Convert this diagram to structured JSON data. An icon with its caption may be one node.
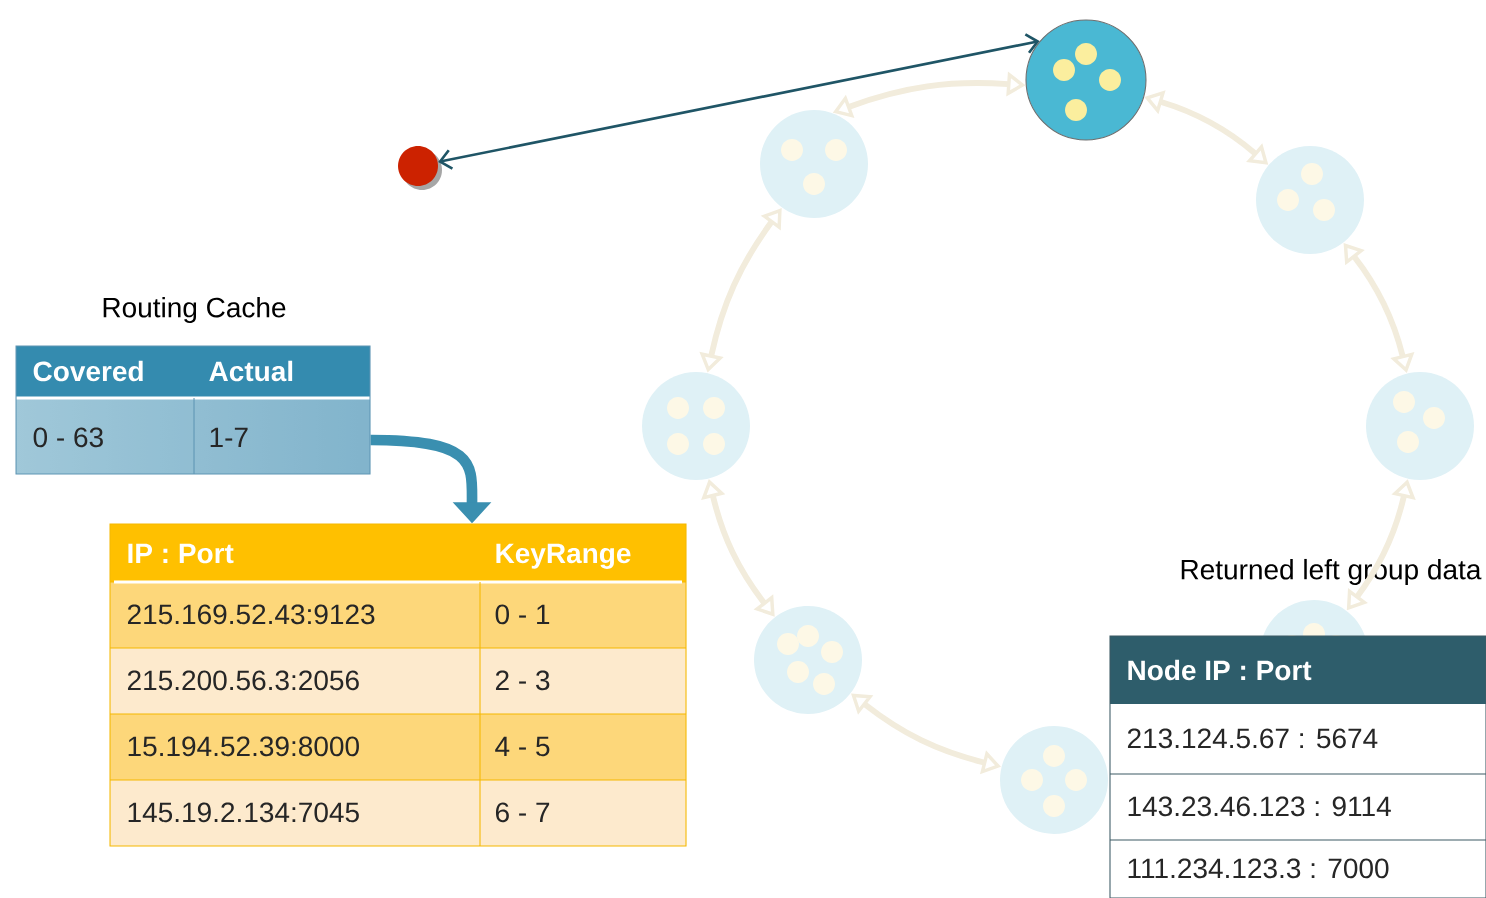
{
  "diagram": {
    "nodes": [
      {
        "text": [],
        "shape": "circle"
      },
      {
        "text": [],
        "shape": "circle"
      },
      {
        "text": [],
        "shape": "circle"
      },
      {
        "text": [],
        "shape": "circle"
      },
      {
        "text": [],
        "shape": "circle"
      },
      {
        "text": [],
        "shape": "circle"
      },
      {
        "text": [],
        "shape": "circle"
      },
      {
        "text": [],
        "shape": "circle"
      },
      {
        "text": [],
        "shape": "circle"
      },
      {
        "text": [
          "Routing Cache",
          "Covered",
          "Actual",
          "0 - 63",
          "1-7"
        ]
      },
      {
        "text": [
          "IP : Port",
          "KeyRange",
          "215.169.52.43:9123",
          "0 - 1",
          "215.200.56.3:2056",
          "2 - 3",
          "15.194.52.39:8000",
          "4 - 5",
          "145.19.2.134:7045",
          "6 - 7"
        ]
      },
      {
        "text": [
          "Returned left group data",
          "Node   IP  :  Port",
          "213.124.5.67 : 5674",
          "143.23.46.123 : 9114",
          "111.234.123.3 : 7000"
        ]
      }
    ],
    "edges": [
      {
        "from": 0,
        "to": 1,
        "arrow": "both",
        "color": "#1f5566"
      },
      {
        "from": 1,
        "to": 3,
        "arrow": "both"
      },
      {
        "from": 3,
        "to": 5,
        "arrow": "both"
      },
      {
        "from": 5,
        "to": 7,
        "arrow": "both"
      },
      {
        "from": 8,
        "to": 6,
        "arrow": "both"
      },
      {
        "from": 6,
        "to": 4,
        "arrow": "both"
      },
      {
        "from": 4,
        "to": 2,
        "arrow": "both"
      },
      {
        "from": 2,
        "to": 1,
        "arrow": "both"
      },
      {
        "from": 9,
        "to": 10,
        "arrow": "to",
        "style": "thick",
        "color": "#3a8fb0"
      }
    ]
  }
}
